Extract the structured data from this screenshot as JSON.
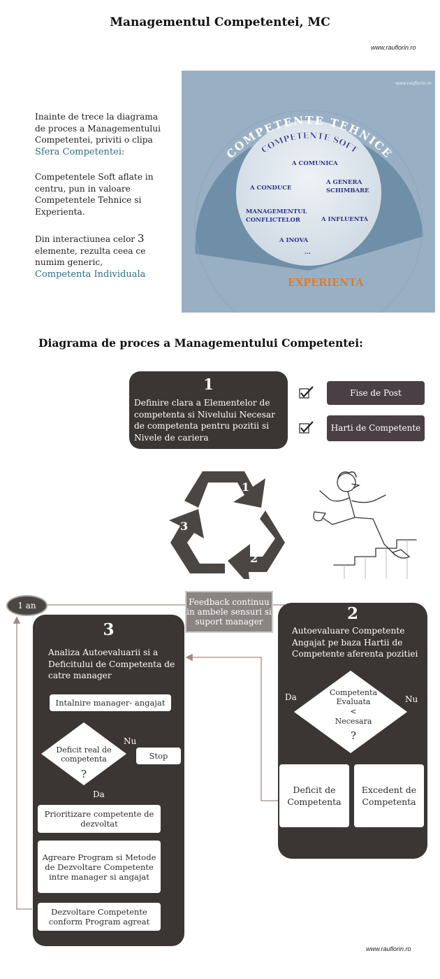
{
  "title": "Managementul Competentei, MC",
  "url_top": "www.rauflorin.ro",
  "url_bottom": "www.rauflorin.ro",
  "intro": {
    "p1": "Inainte de trece la diagrama de proces a Managementului Competentei, priviti o clipa",
    "p1_link": "Sfera Competentei:",
    "p2": "Competentele Soft aflate in centru, pun in valoare Competentele Tehnice si Experienta.",
    "p3_pre": "Din interactiunea celor",
    "p3_num": "3",
    "p3_post": "elemente, rezulta ceea ce numim generic,",
    "p3_link": "Competenta Individuala"
  },
  "sphere": {
    "watermark": "www.rauflorin.ro",
    "outer_label": "COMPETENTE TEHNICE",
    "inner_label": "COMPETENTE SOFT",
    "items": [
      "A COMUNICA",
      "A CONDUCE",
      "A GENERA",
      "SCHIMBARE",
      "MANAGEMENTUL",
      "CONFLICTELOR",
      "A INFLUENTA",
      "A INOVA",
      "..."
    ],
    "experience": "EXPERIENTA",
    "colors": {
      "background": "#99b0c4",
      "outer_ring": "#6f8ea8",
      "inner": "#dde5ec",
      "experience": "#e07b2a"
    }
  },
  "process_title": "Diagrama de proces a Managementului Competentei:",
  "step1": {
    "number": "1",
    "text": "Definire clara a Elementelor de competenta si Nivelului Necesar de competenta pentru pozitii si Nivele de cariera",
    "items": [
      "Fise de Post",
      "Harti de Competente"
    ]
  },
  "cycle_numbers": [
    "1",
    "2",
    "3"
  ],
  "period": "1 an",
  "feedback": "Feedback continuu in ambele sensuri si suport manager",
  "step2": {
    "number": "2",
    "text": "Autoevaluare Competente Angajat pe baza Hartii de Competente aferenta pozitiei",
    "decision": [
      "Competenta",
      "Evaluata",
      "<",
      "Necesara",
      "?"
    ],
    "yes": "Da",
    "no": "Nu",
    "deficit": "Deficit de Competenta",
    "excess": "Excedent de Competenta"
  },
  "step3": {
    "number": "3",
    "text": "Analiza Autoevaluarii si a Deficitului de Competenta de catre manager",
    "meeting": "Intalnire manager- angajat",
    "decision": [
      "Deficit real de",
      "competenta",
      "?"
    ],
    "no": "Nu",
    "stop": "Stop",
    "yes": "Da",
    "prioritize": "Prioritizare competente de dezvoltat",
    "agree": "Agreare Program si Metode de Dezvoltare Competente intre manager si angajat",
    "develop": "Dezvoltare Competente conform Program agreat"
  },
  "colors": {
    "dark_box": "#3b3533",
    "button": "#4a3f44",
    "recycle": "#4a4644",
    "accent_link": "#2a6f86"
  }
}
